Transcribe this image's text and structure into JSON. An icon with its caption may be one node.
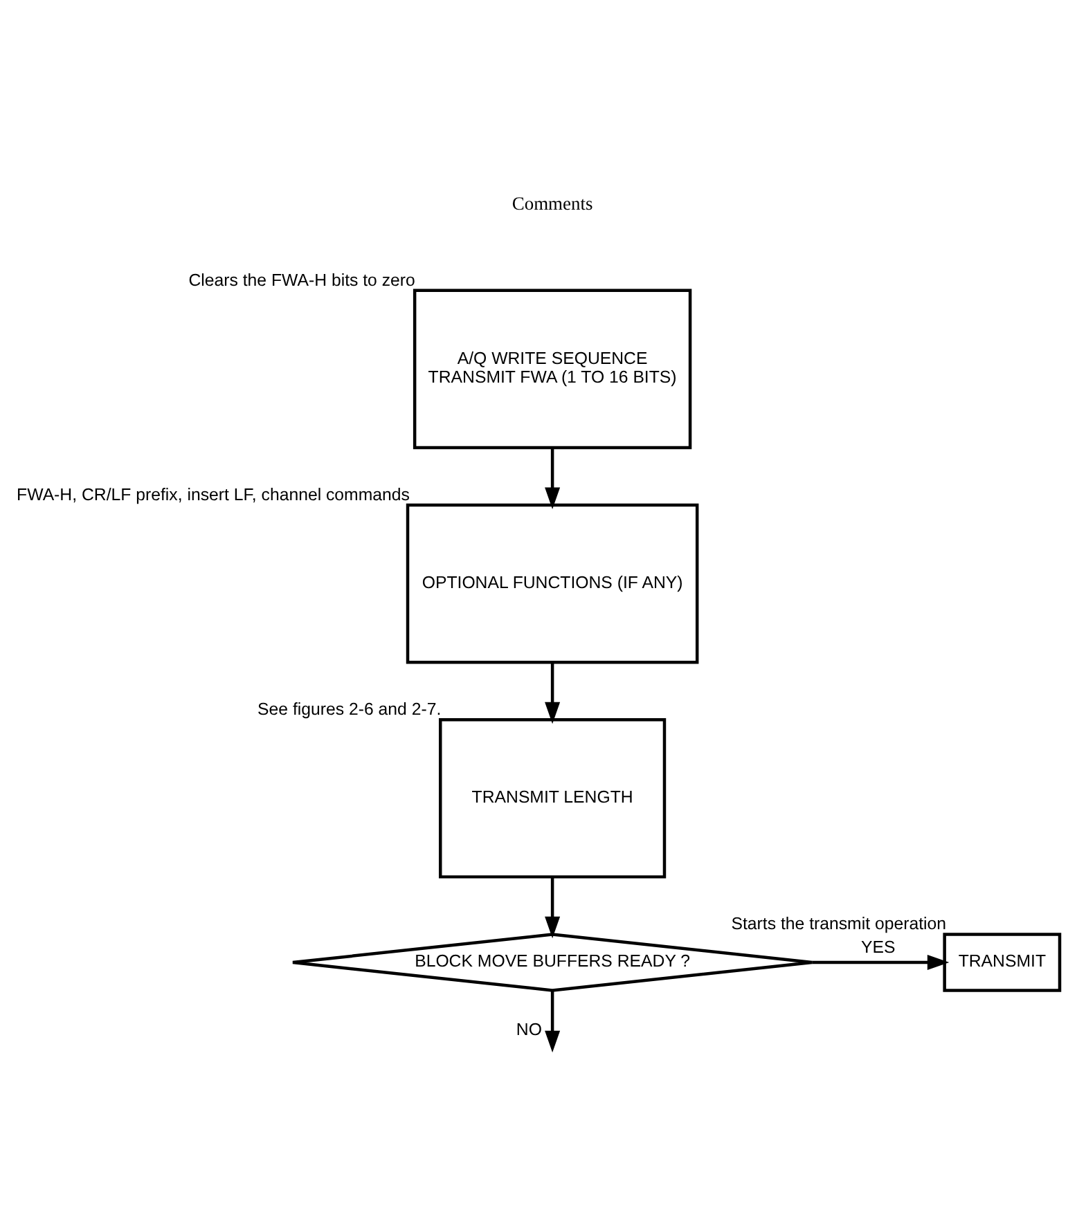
{
  "diagram": {
    "nodes": [
      {
        "text": [
          "A/Q WRITE SEQUENCE",
          "TRANSMIT FWA (1 TO 16 BITS)"
        ],
        "beside": [
          "Clears the FWA-H bits to zero"
        ]
      },
      {
        "text": [
          "OPTIONAL FUNCTIONS (IF ANY)"
        ],
        "beside": [
          "FWA-H, CR/LF prefix, insert LF, channel commands"
        ]
      },
      {
        "text": [
          "TRANSMIT LENGTH"
        ],
        "beside": [
          "See figures 2-6 and 2-7."
        ]
      },
      {
        "text": [
          "BLOCK MOVE BUFFERS READY ?"
        ]
      },
      {
        "text": [
          "TRANSMIT"
        ],
        "beside": [
          "Starts the transmit operation"
        ]
      }
    ],
    "edges": [
      {
        "from": 0,
        "to": 1,
        "arrow": "to"
      },
      {
        "from": 1,
        "to": 2,
        "arrow": "to"
      },
      {
        "from": 2,
        "to": 3,
        "arrow": "to"
      },
      {
        "from": 3,
        "to": 4,
        "arrow": "to",
        "label": "YES"
      },
      {
        "from": 3,
        "to": null,
        "arrow": "to",
        "label": "NO"
      }
    ],
    "labels": [
      "Comments"
    ]
  }
}
